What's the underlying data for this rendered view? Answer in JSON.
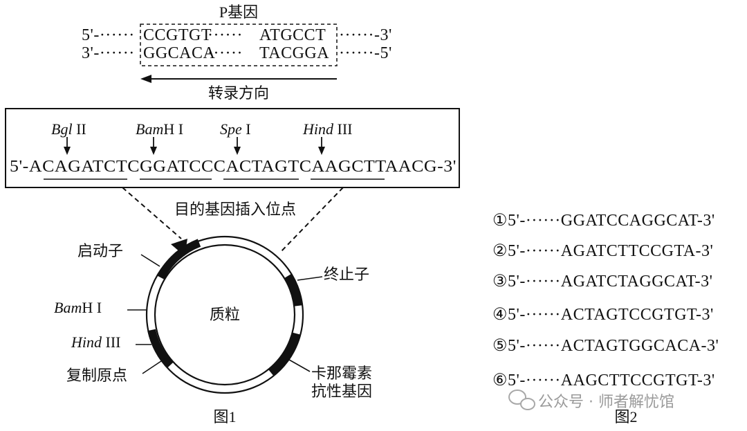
{
  "fig1": {
    "gene": {
      "title": "P基因",
      "top_left": "5'-······",
      "top_box_a": "CCGTGT",
      "top_box_dots": "······",
      "top_box_b": "ATGCCT",
      "top_right": "······-3'",
      "bottom_left": "3'-······",
      "bottom_box_a": "GGCACA",
      "bottom_box_dots": "······",
      "bottom_box_b": "TACGGA",
      "bottom_right": "······-5'",
      "direction_label": "转录方向"
    },
    "sites": [
      {
        "name_italic": "Bgl",
        "name_rest": " II"
      },
      {
        "name_italic": "Bam",
        "name_rest": "H I"
      },
      {
        "name_italic": "Spe",
        "name_rest": " I"
      },
      {
        "name_italic": "Hind",
        "name_rest": " III"
      }
    ],
    "mcs_sequence": "5'-ACAGATCTCGGATCCCACTAGTCAAGCTTAACG-3'",
    "insert_label": "目的基因插入位点",
    "plasmid": {
      "center_label": "质粒",
      "promoter": "启动子",
      "terminator": "终止子",
      "bamhi_italic": "Bam",
      "bamhi_rest": "H I",
      "hindiii_italic": "Hind",
      "hindiii_rest": " III",
      "origin": "复制原点",
      "kan_line1": "卡那霉素",
      "kan_line2": "抗性基因"
    },
    "caption": "图1"
  },
  "fig2": {
    "primers": [
      {
        "num": "①",
        "seq": "5'-······GGATCCAGGCAT-3'"
      },
      {
        "num": "②",
        "seq": "5'-······AGATCTTCCGTA-3'"
      },
      {
        "num": "③",
        "seq": "5'-······AGATCTAGGCAT-3'"
      },
      {
        "num": "④",
        "seq": "5'-······ACTAGTCCGTGT-3'"
      },
      {
        "num": "⑤",
        "seq": "5'-······ACTAGTGGCACA-3'"
      },
      {
        "num": "⑥",
        "seq": "5'-······AAGCTTCCGTGT-3'"
      }
    ],
    "caption": "图2"
  },
  "watermark": "公众号 · 师者解忧馆"
}
